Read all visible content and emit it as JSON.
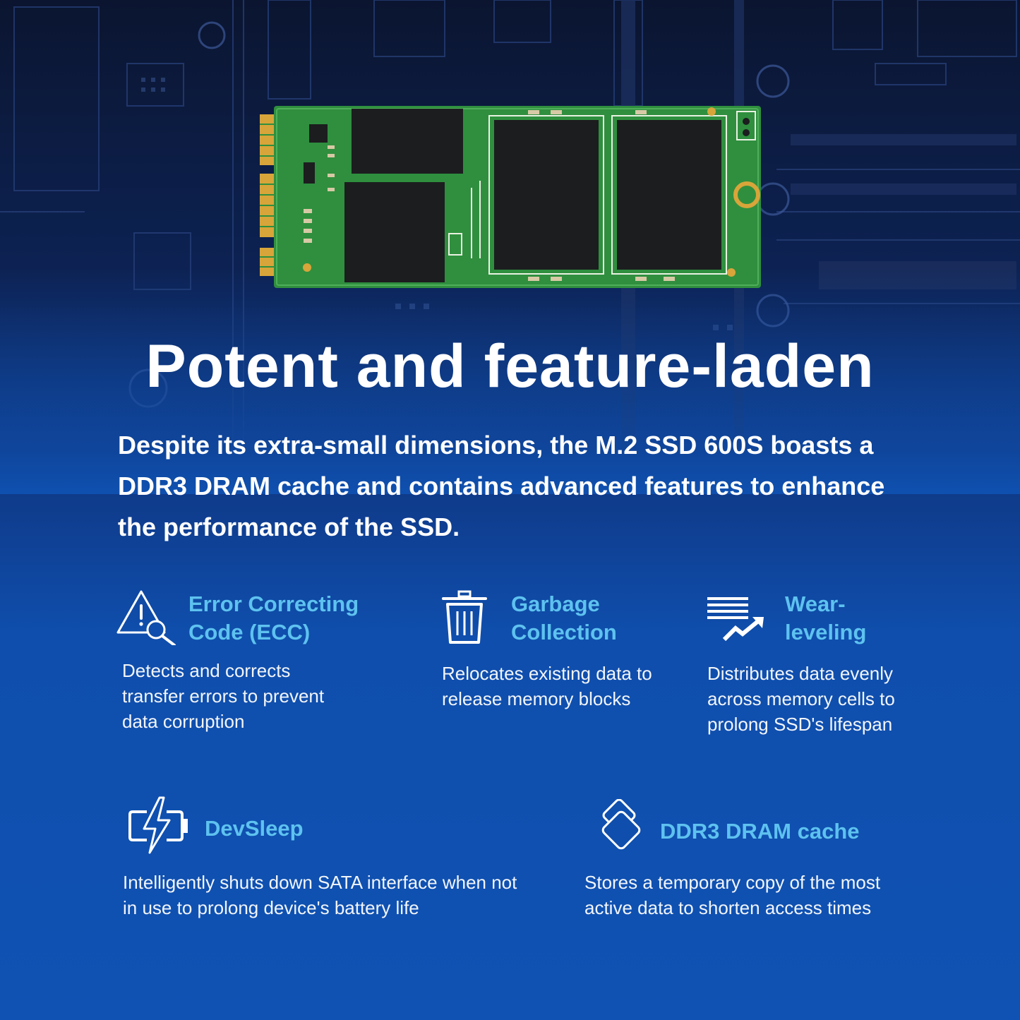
{
  "headline": "Potent and feature-laden",
  "intro": "Despite its extra-small dimensions, the M.2 SSD 600S boasts a DDR3 DRAM cache and contains advanced features to enhance the performance of the SSD.",
  "features": [
    {
      "icon": "warning-magnifier-icon",
      "title": "Error Correcting Code (ECC)",
      "description": "Detects and corrects transfer errors to prevent data corruption"
    },
    {
      "icon": "trash-bin-icon",
      "title": "Garbage Collection",
      "description": "Relocates existing data to release memory blocks"
    },
    {
      "icon": "wear-leveling-icon",
      "title": "Wear-leveling",
      "description": "Distributes data evenly across memory cells to prolong SSD's lifespan"
    },
    {
      "icon": "battery-bolt-icon",
      "title": "DevSleep",
      "description": "Intelligently shuts down SATA interface when not in use to prolong device's battery life"
    },
    {
      "icon": "stacked-chips-icon",
      "title": "DDR3 DRAM cache",
      "description": "Stores a temporary copy of the most active data to shorten access times"
    }
  ],
  "colors": {
    "accent": "#5ec2ef",
    "background": "#0f52b3",
    "pcb": "#2f8f3e"
  }
}
